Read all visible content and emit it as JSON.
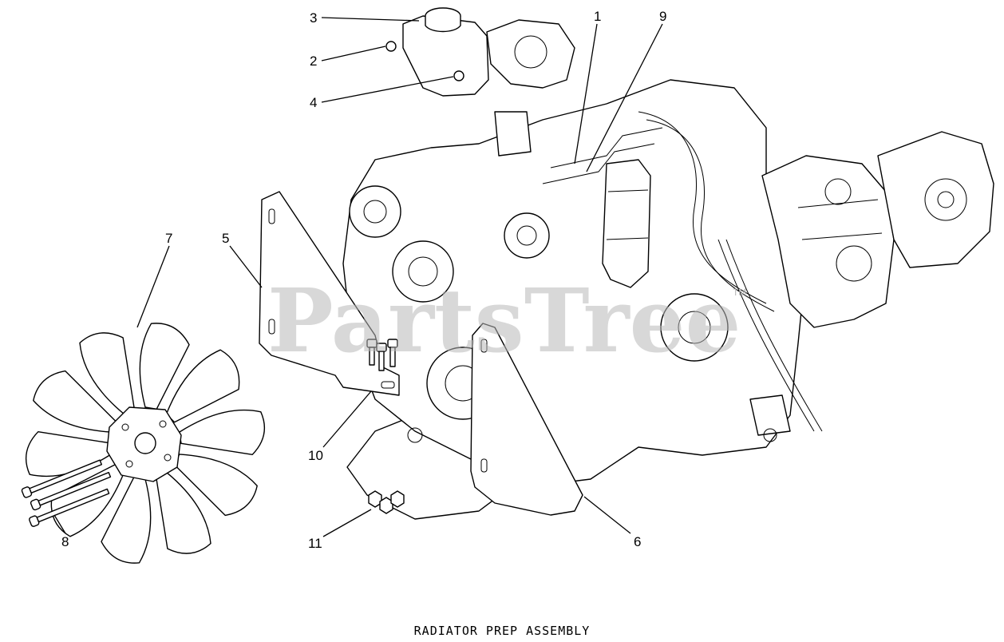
{
  "diagram": {
    "caption": "RADIATOR PREP ASSEMBLY",
    "watermark": "PartsTree",
    "watermark_mark": "TM",
    "callouts": {
      "c1": "1",
      "c2": "2",
      "c3": "3",
      "c4": "4",
      "c5": "5",
      "c6": "6",
      "c7": "7",
      "c8": "8",
      "c9": "9",
      "c10": "10",
      "c11": "11"
    }
  }
}
